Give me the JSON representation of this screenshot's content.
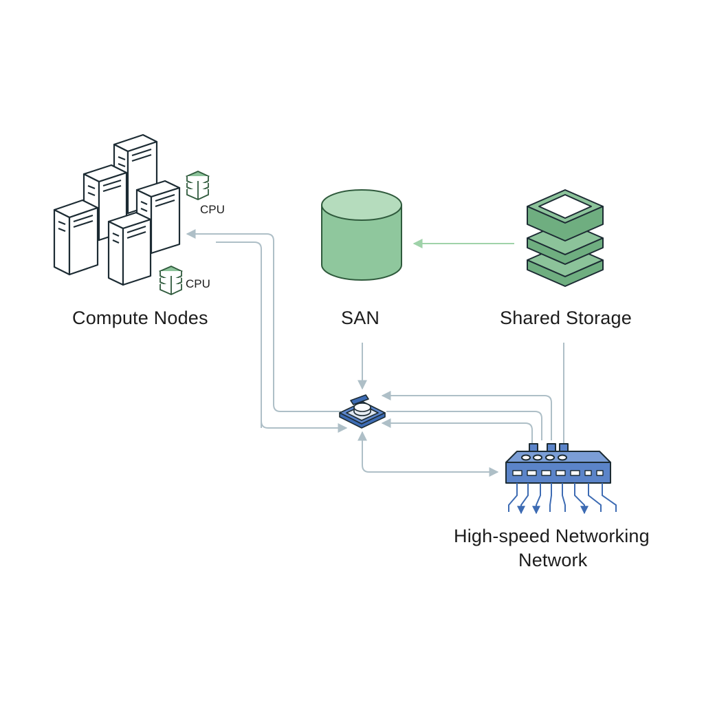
{
  "diagram": {
    "nodes": {
      "compute": {
        "label": "Compute Nodes",
        "icon": "server-rack-icon",
        "cpu_labels": [
          "CPU",
          "CPU"
        ]
      },
      "san": {
        "label": "SAN",
        "icon": "database-cylinder-icon"
      },
      "storage": {
        "label": "Shared Storage",
        "icon": "storage-stack-icon"
      },
      "network": {
        "label_line1": "High-speed Networking",
        "label_line2": "Network",
        "icon": "network-switch-icon"
      },
      "hub": {
        "icon": "hub-switch-icon"
      }
    },
    "colors": {
      "connector": "#aebfc7",
      "green_connector": "#9fd2a9",
      "san_fill": "#8fc79d",
      "storage_fill": "#8cc39a",
      "switch_fill": "#5b84c9",
      "outline": "#1c2b33"
    }
  }
}
